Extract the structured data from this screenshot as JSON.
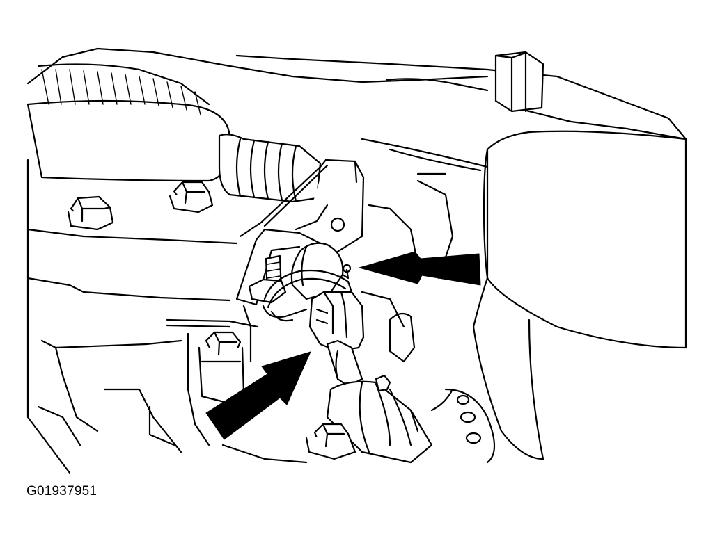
{
  "figure": {
    "code": "G01937951"
  },
  "colors": {
    "line": "#000000",
    "background": "#ffffff"
  },
  "callouts": [
    {
      "name": "arrow-upper-right",
      "direction": "left"
    },
    {
      "name": "arrow-lower-left",
      "direction": "up-right"
    }
  ]
}
